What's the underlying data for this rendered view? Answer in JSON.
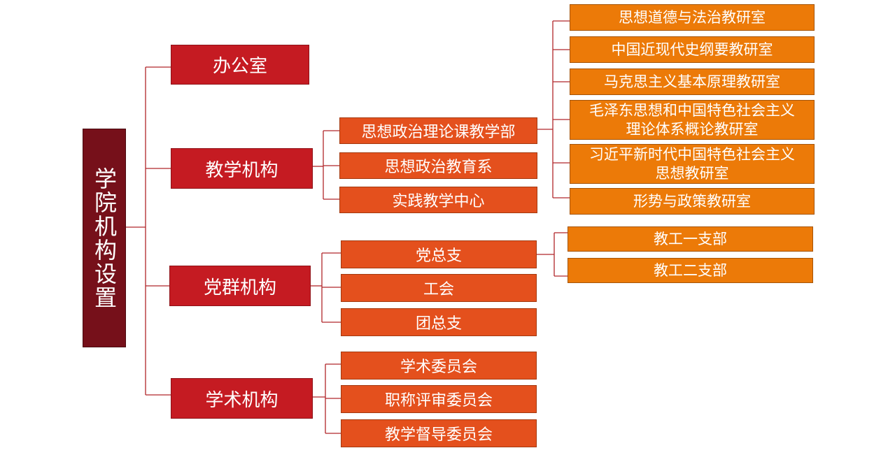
{
  "colors": {
    "root": "#76101a",
    "level1": "#c51b22",
    "level2": "#e4501d",
    "level3": "#ec7a08",
    "connector": "#b1262a"
  },
  "root": {
    "label": "学院机构设置"
  },
  "l1": {
    "office": "办公室",
    "teaching": "教学机构",
    "party": "党群机构",
    "academic": "学术机构"
  },
  "teaching": {
    "dept": "思想政治理论课教学部",
    "edu": "思想政治教育系",
    "practice": "实践教学中心"
  },
  "party": {
    "branch": "党总支",
    "union": "工会",
    "youth": "团总支"
  },
  "academic": {
    "committee": "学术委员会",
    "title": "职称评审委员会",
    "supervise": "教学督导委员会"
  },
  "dept_offices": [
    "思想道德与法治教研室",
    "中国近现代史纲要教研室",
    "马克思主义基本原理教研室",
    "毛泽东思想和中国特色社会主义\n理论体系概论教研室",
    "习近平新时代中国特色社会主义\n思想教研室",
    "形势与政策教研室"
  ],
  "branches": [
    "教工一支部",
    "教工二支部"
  ]
}
